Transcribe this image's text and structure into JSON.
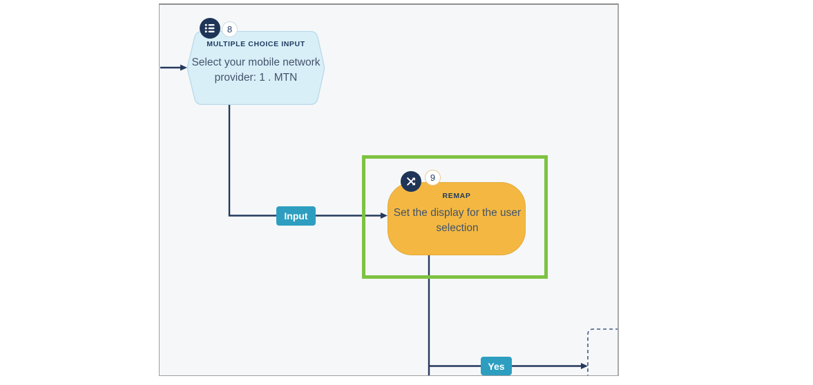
{
  "app": {
    "view": "chatbot-flow-builder-canvas"
  },
  "colors": {
    "canvas_bg": "#f5f7f9",
    "connector_navy": "#25395c",
    "edge_label_teal": "#2d9ec0",
    "selection_green": "#7ec242",
    "node_blue_fill": "#d9eff8",
    "node_blue_border": "#b7d9e7",
    "node_orange_fill": "#f4b842",
    "node_orange_border": "#e2a839",
    "icon_circle_navy": "#1f3557"
  },
  "nodes": [
    {
      "id": "multiple-choice-input",
      "step_number": "8",
      "icon": "list-icon",
      "type_label": "MULTIPLE CHOICE INPUT",
      "text": "Select your mobile network provider: 1 . MTN",
      "shape": "hexagon",
      "selected": false
    },
    {
      "id": "remap",
      "step_number": "9",
      "icon": "shuffle-icon",
      "type_label": "REMAP",
      "text": "Set the display for the user selection",
      "shape": "rounded-rectangle",
      "selected": true
    }
  ],
  "connectors": [
    {
      "from": "canvas-edge",
      "to": "multiple-choice-input",
      "label": ""
    },
    {
      "from": "multiple-choice-input",
      "to": "remap",
      "label": "Input"
    },
    {
      "from": "remap",
      "to": "next-step-placeholder",
      "label": "Yes"
    }
  ]
}
